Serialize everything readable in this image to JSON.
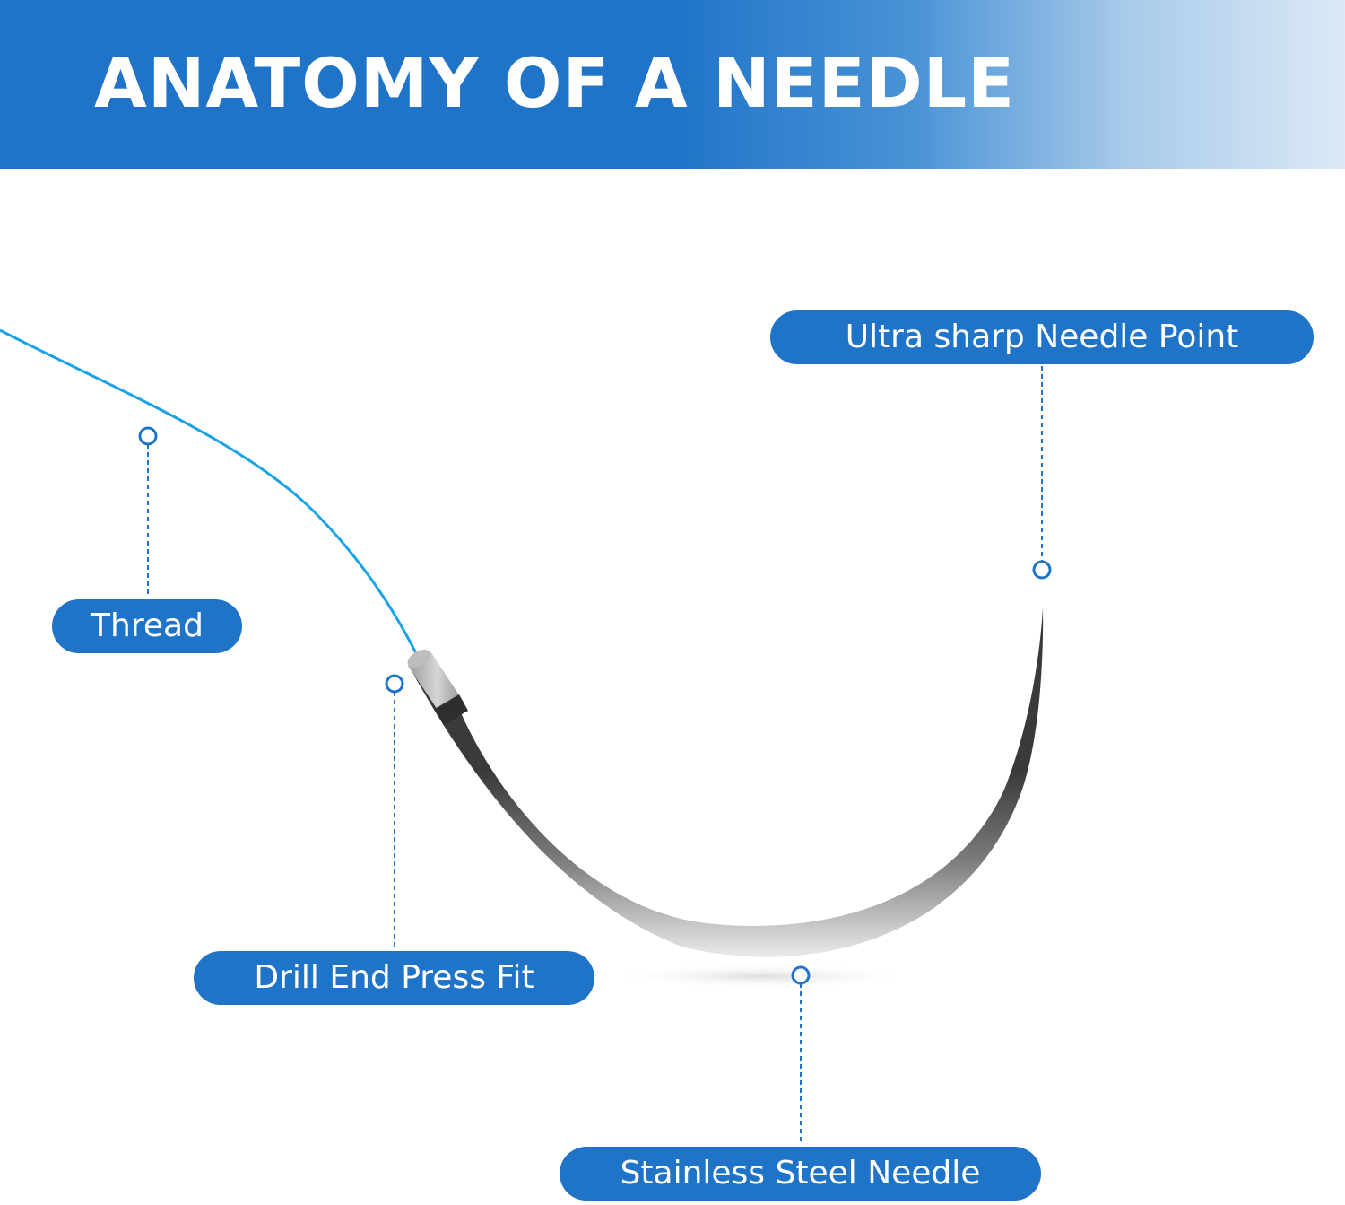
{
  "header": {
    "title": "ANATOMY OF A NEEDLE"
  },
  "labels": {
    "needle_point": "Ultra sharp Needle Point",
    "thread": "Thread",
    "drill_end": "Drill End Press Fit",
    "stainless_needle": "Stainless Steel Needle"
  },
  "colors": {
    "brand_blue": "#1f74c8",
    "thread_cyan": "#1aa3e6",
    "steel_dark": "#555555",
    "background": "#ffffff"
  }
}
